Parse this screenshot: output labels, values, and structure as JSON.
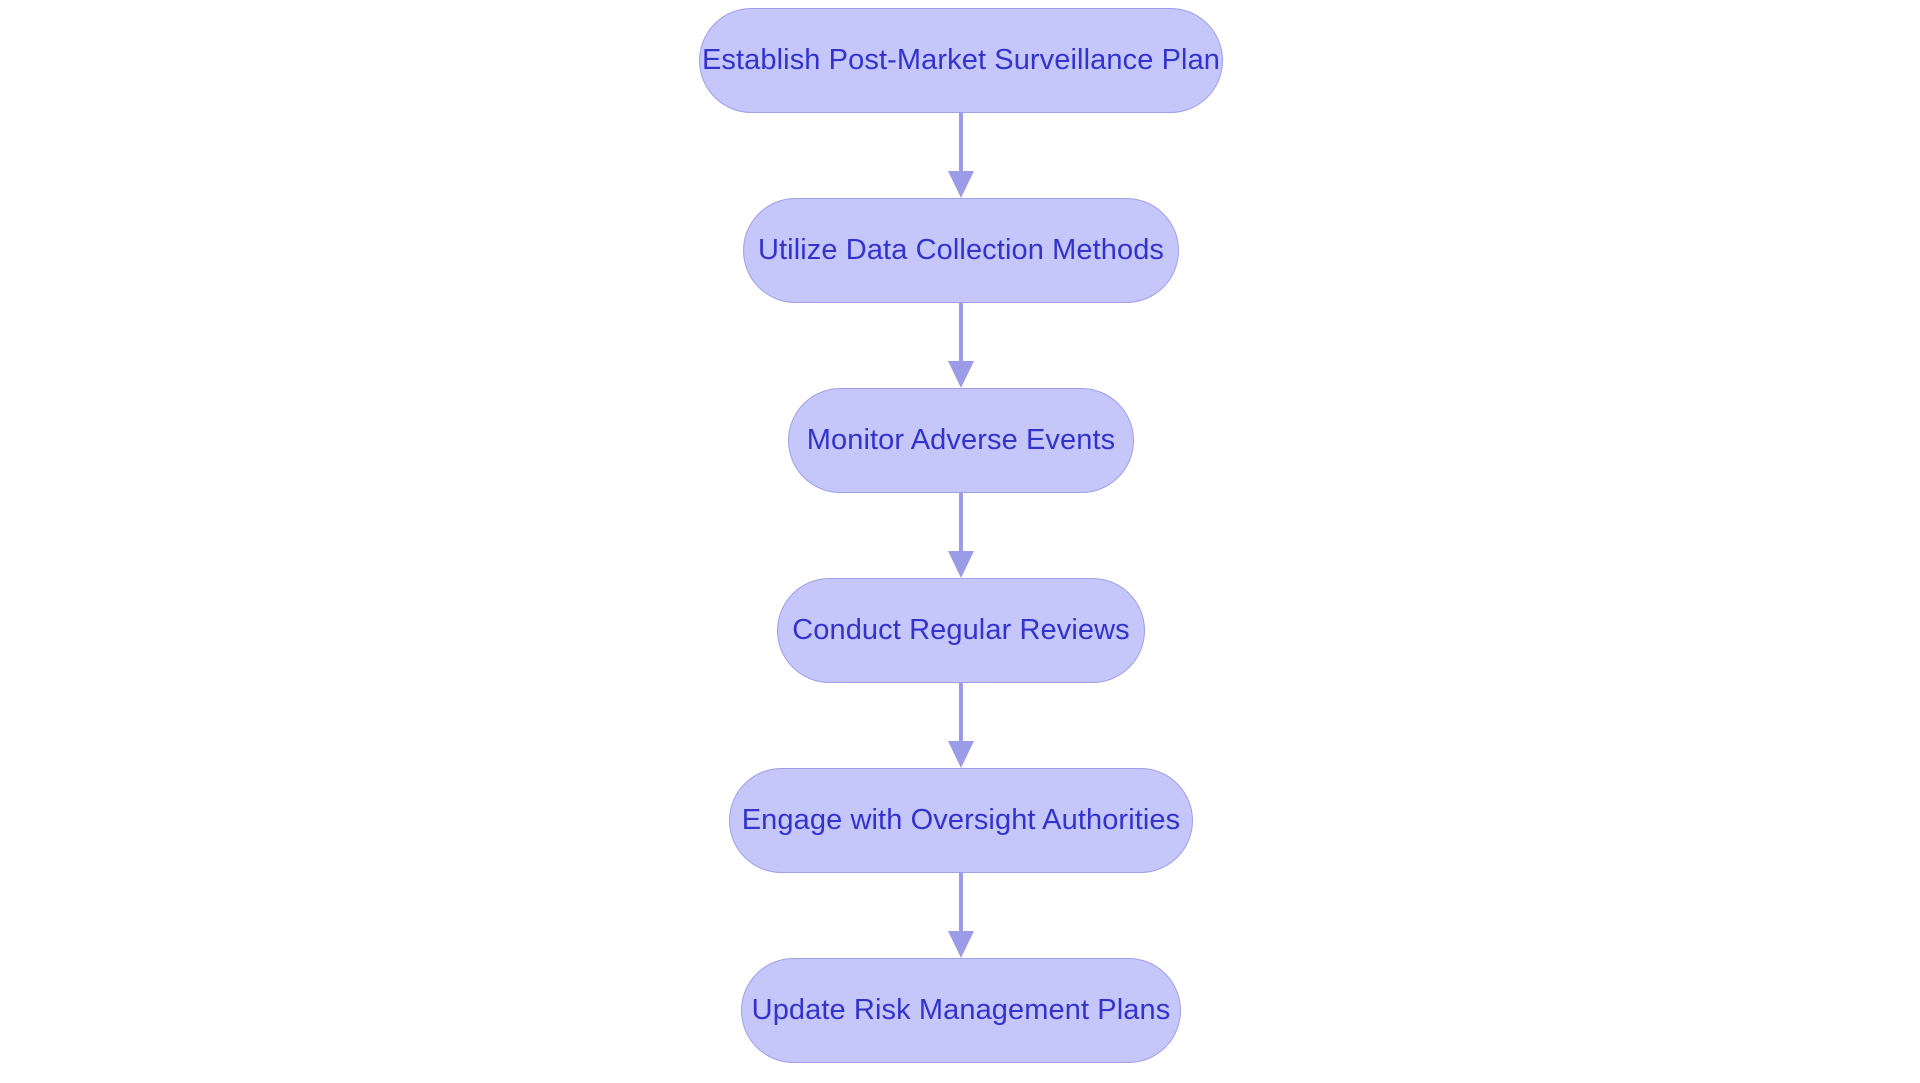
{
  "diagram": {
    "type": "flowchart",
    "orientation": "vertical-top-to-bottom",
    "background_color": "#ffffff",
    "node_fill_color": "#c5c6fa",
    "node_border_color": "#9fa0e8",
    "node_text_color": "#3333cc",
    "connector_color": "#9b9be8",
    "node_shape": "pill",
    "nodes": [
      {
        "id": "step-1",
        "label": "Establish Post-Market Surveillance Plan"
      },
      {
        "id": "step-2",
        "label": "Utilize Data Collection Methods"
      },
      {
        "id": "step-3",
        "label": "Monitor Adverse Events"
      },
      {
        "id": "step-4",
        "label": "Conduct Regular Reviews"
      },
      {
        "id": "step-5",
        "label": "Engage with Oversight Authorities"
      },
      {
        "id": "step-6",
        "label": "Update Risk Management Plans"
      }
    ],
    "connectors": [
      {
        "id": "edge-1",
        "from": "step-1",
        "to": "step-2",
        "arrow": "down-arrow-icon"
      },
      {
        "id": "edge-2",
        "from": "step-2",
        "to": "step-3",
        "arrow": "down-arrow-icon"
      },
      {
        "id": "edge-3",
        "from": "step-3",
        "to": "step-4",
        "arrow": "down-arrow-icon"
      },
      {
        "id": "edge-4",
        "from": "step-4",
        "to": "step-5",
        "arrow": "down-arrow-icon"
      },
      {
        "id": "edge-5",
        "from": "step-5",
        "to": "step-6",
        "arrow": "down-arrow-icon"
      }
    ]
  }
}
